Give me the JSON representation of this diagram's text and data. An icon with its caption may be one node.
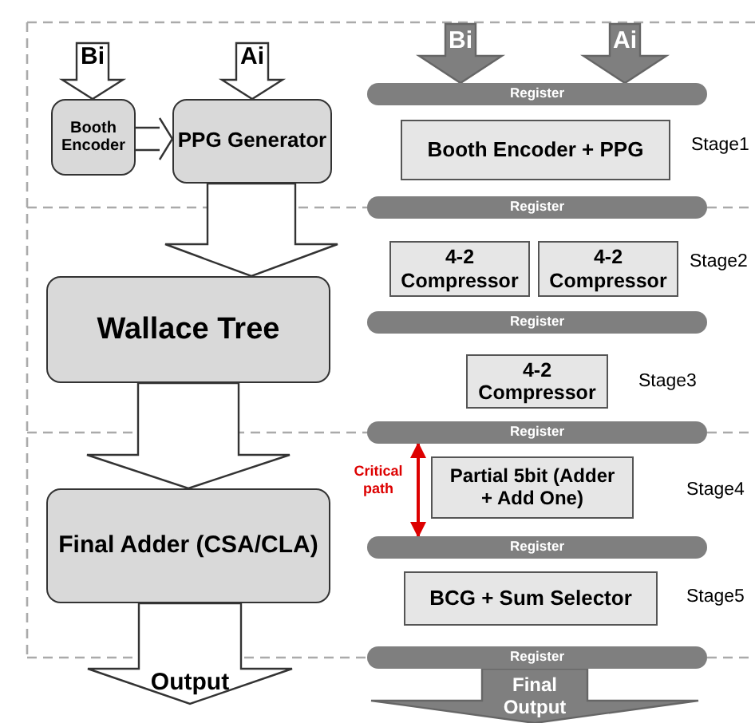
{
  "diagram": {
    "nodes": [
      {
        "text": [
          "Bi"
        ]
      },
      {
        "text": [
          "Ai"
        ]
      },
      {
        "text": [
          "Booth Encoder"
        ]
      },
      {
        "text": [
          "PPG Generator"
        ]
      },
      {
        "text": [
          "Wallace Tree"
        ]
      },
      {
        "text": [
          "Final Adder (CSA/CLA)"
        ]
      },
      {
        "text": [
          "Output"
        ]
      },
      {
        "text": [
          "Bi"
        ]
      },
      {
        "text": [
          "Ai"
        ]
      },
      {
        "text": [
          "Register"
        ]
      },
      {
        "text": [
          "Booth Encoder + PPG"
        ],
        "beside": [
          "Stage1"
        ]
      },
      {
        "text": [
          "Register"
        ]
      },
      {
        "text": [
          "4-2 Compressor"
        ]
      },
      {
        "text": [
          "4-2 Compressor"
        ],
        "beside": [
          "Stage2"
        ]
      },
      {
        "text": [
          "Register"
        ]
      },
      {
        "text": [
          "4-2 Compressor"
        ],
        "beside": [
          "Stage3"
        ]
      },
      {
        "text": [
          "Register"
        ]
      },
      {
        "text": [
          "Partial 5bit (Adder + Add One)"
        ],
        "beside": [
          "Stage4"
        ]
      },
      {
        "text": [
          "Register"
        ]
      },
      {
        "text": [
          "BCG + Sum Selector"
        ],
        "beside": [
          "Stage5"
        ]
      },
      {
        "text": [
          "Register"
        ]
      },
      {
        "text": [
          "Final Output"
        ]
      }
    ],
    "edges": [
      {
        "from": 0,
        "to": 2,
        "arrow": "to"
      },
      {
        "from": 1,
        "to": 3,
        "arrow": "to"
      },
      {
        "from": 2,
        "to": 3,
        "arrow": "to"
      },
      {
        "from": 3,
        "to": 4,
        "arrow": "to"
      },
      {
        "from": 4,
        "to": 5,
        "arrow": "to"
      },
      {
        "from": 5,
        "to": 6,
        "arrow": "to"
      },
      {
        "from": 7,
        "to": 9,
        "arrow": "to"
      },
      {
        "from": 8,
        "to": 9,
        "arrow": "to"
      },
      {
        "from": 20,
        "to": 21,
        "arrow": "to"
      },
      {
        "from": 16,
        "to": 18,
        "arrow": "both",
        "color": "#dd0000",
        "label": "Critical path"
      }
    ]
  }
}
